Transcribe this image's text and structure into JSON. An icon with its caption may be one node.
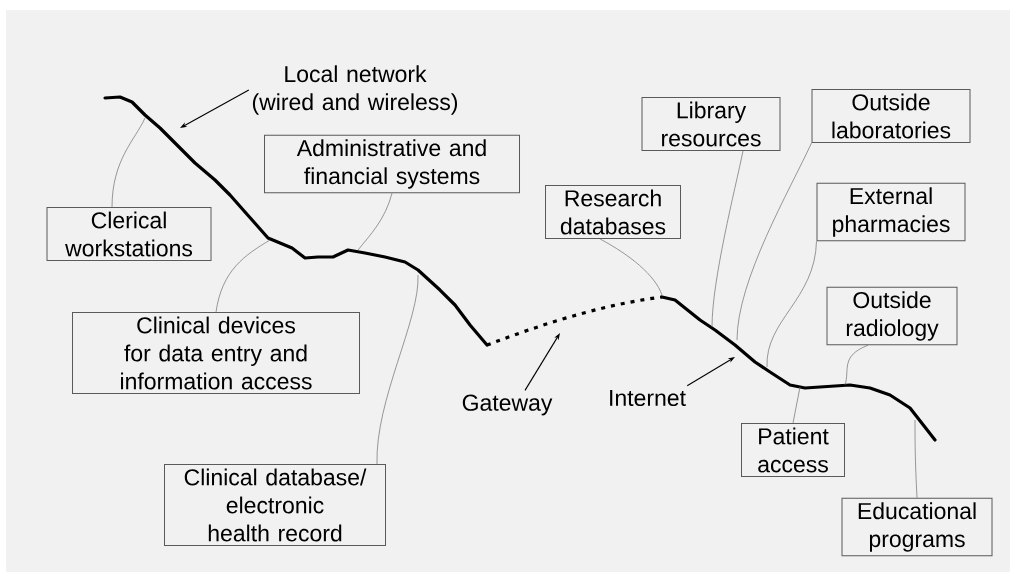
{
  "diagram": {
    "nodes": [
      {
        "text": [
          "Local network (wired and wireless)"
        ]
      },
      {
        "text": [
          "Clerical workstations"
        ]
      },
      {
        "text": [
          "Administrative and financial systems"
        ]
      },
      {
        "text": [
          "Clinical devices for data entry and information access"
        ]
      },
      {
        "text": [
          "Clinical database/ electronic health record"
        ]
      },
      {
        "text": [
          "Gateway"
        ]
      },
      {
        "text": [
          "Internet"
        ]
      },
      {
        "text": [
          "Research databases"
        ]
      },
      {
        "text": [
          "Library resources"
        ]
      },
      {
        "text": [
          "Outside laboratories"
        ]
      },
      {
        "text": [
          "External pharmacies"
        ]
      },
      {
        "text": [
          "Outside radiology"
        ]
      },
      {
        "text": [
          "Patient access"
        ]
      },
      {
        "text": [
          "Educational programs"
        ]
      }
    ],
    "edges": [
      {
        "from": 0,
        "to": null,
        "arrow": "to",
        "color": "#000000"
      },
      {
        "from": 1,
        "to": null,
        "arrow": "none"
      },
      {
        "from": 2,
        "to": null,
        "arrow": "none"
      },
      {
        "from": 3,
        "to": null,
        "arrow": "none"
      },
      {
        "from": 4,
        "to": null,
        "arrow": "none"
      },
      {
        "from": 5,
        "to": null,
        "arrow": "to",
        "color": "#000000"
      },
      {
        "from": 6,
        "to": null,
        "arrow": "to",
        "color": "#000000"
      },
      {
        "from": 7,
        "to": null,
        "arrow": "none"
      },
      {
        "from": 8,
        "to": null,
        "arrow": "none"
      },
      {
        "from": 9,
        "to": null,
        "arrow": "none"
      },
      {
        "from": 10,
        "to": null,
        "arrow": "none"
      },
      {
        "from": 11,
        "to": null,
        "arrow": "none"
      },
      {
        "from": 12,
        "to": null,
        "arrow": "none"
      },
      {
        "from": 13,
        "to": null,
        "arrow": "none"
      }
    ]
  }
}
